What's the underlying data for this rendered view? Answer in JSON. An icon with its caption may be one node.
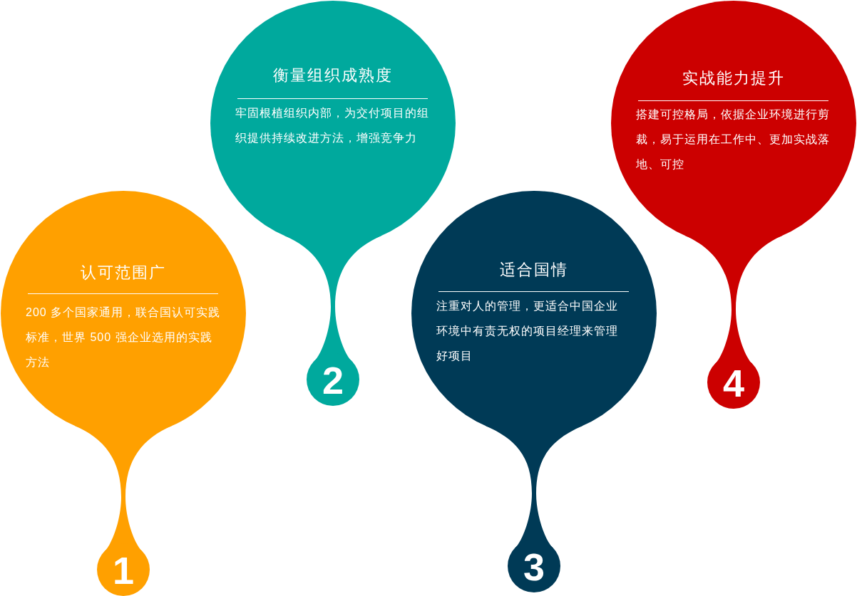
{
  "diagram": {
    "nodes": [
      {
        "text": [
          "认可范围广",
          "200 多个国家通用，联合国认可实践标准，世界 500 强企业选用的实践方法",
          "1"
        ]
      },
      {
        "text": [
          "衡量组织成熟度",
          "牢固根植组织内部，为交付项目的组织提供持续改进方法，增强竞争力",
          "2"
        ]
      },
      {
        "text": [
          "适合国情",
          "注重对人的管理，更适合中国企业环境中有责无权的项目经理来管理好项目",
          "3"
        ]
      },
      {
        "text": [
          "实战能力提升",
          "搭建可控格局，依据企业环境进行剪裁，易于运用在工作中、更加实战落地、可控",
          "4"
        ]
      }
    ]
  }
}
